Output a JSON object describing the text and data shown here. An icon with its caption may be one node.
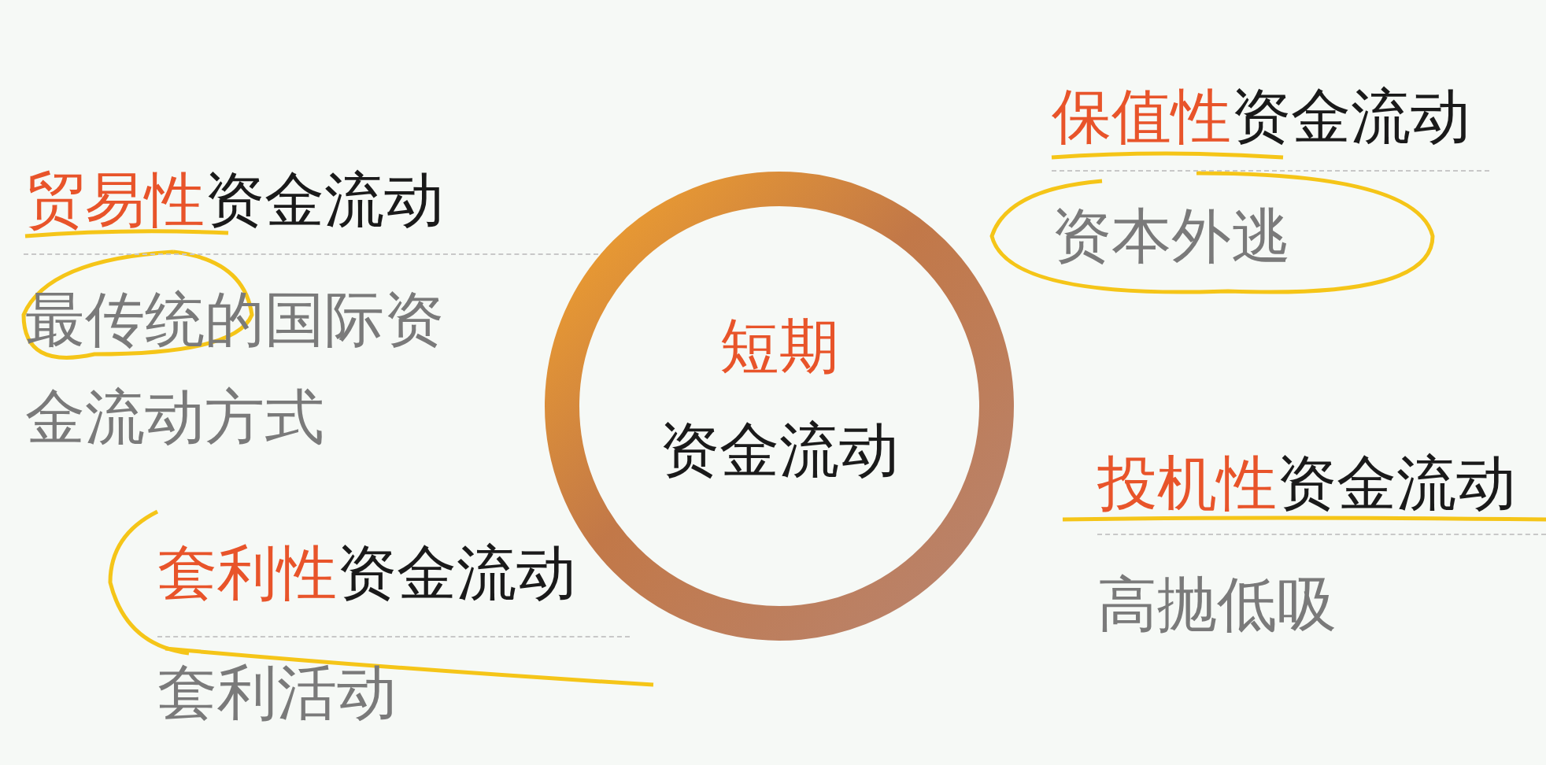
{
  "diagram": {
    "nodes": [
      {
        "text": [
          "短期",
          "资金流动"
        ]
      }
    ],
    "edges": [],
    "labels": [
      "**保值性**资金流动",
      "资本外逃",
      "**贸易性**资金流动",
      "最传统的国际资金流动方式",
      "**投机性**资金流动",
      "高抛低吸",
      "**套利性**资金流动",
      "套利活动"
    ]
  }
}
